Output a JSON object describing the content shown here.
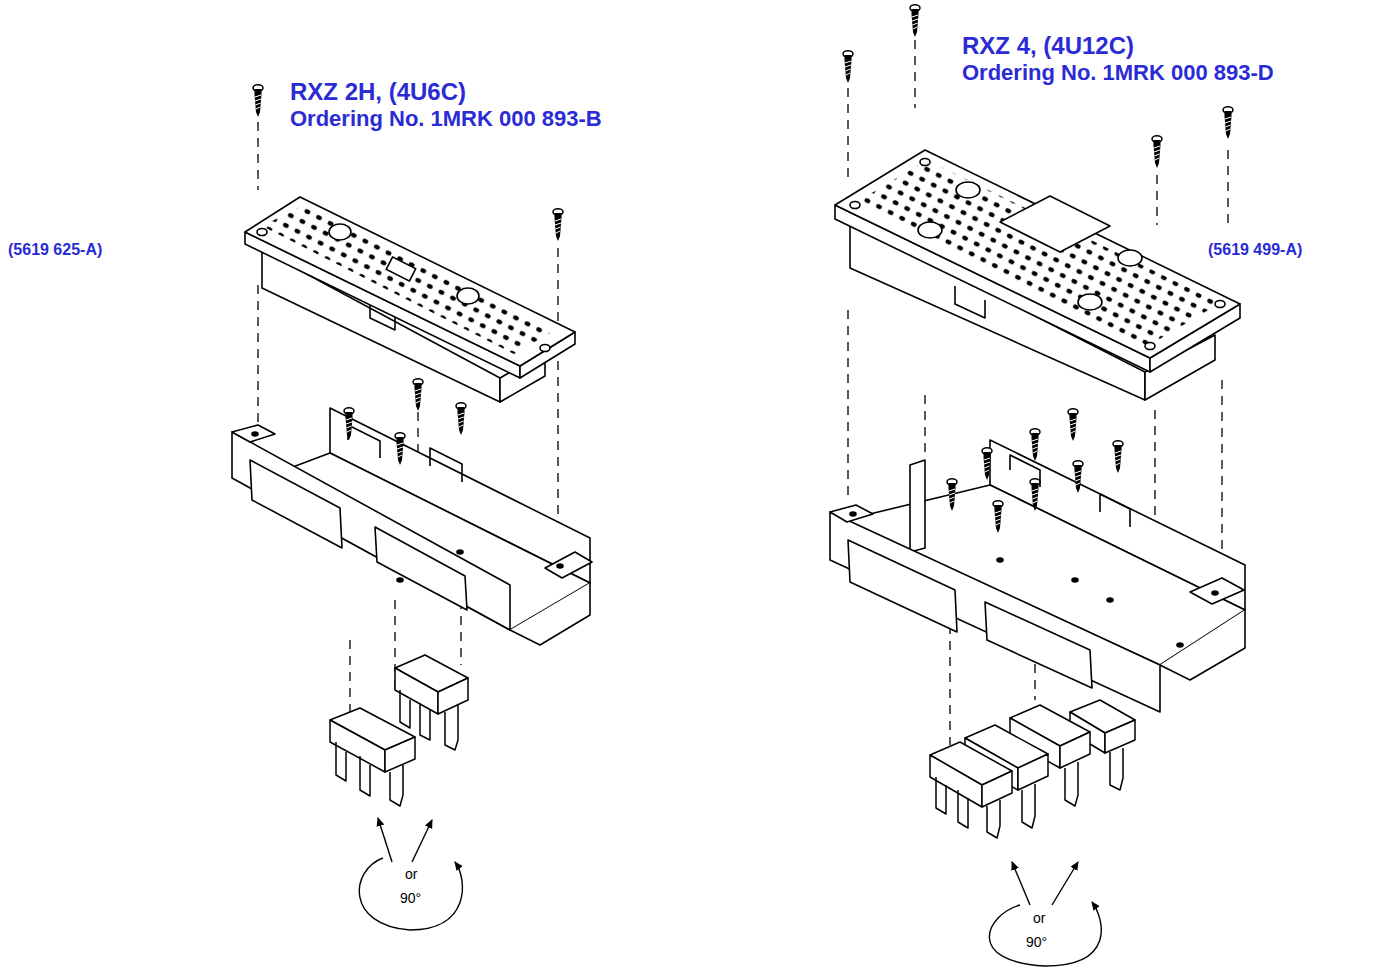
{
  "diagram": {
    "labels": [
      "RXZ 2H, (4U6C)",
      "Ordering No. 1MRK 000 893-B",
      "(5619 625-A)",
      "RXZ 4, (4U12C)",
      "Ordering No. 1MRK 000 893-D",
      "(5619 499-A)",
      "or",
      "90°",
      "or",
      "90°"
    ]
  }
}
